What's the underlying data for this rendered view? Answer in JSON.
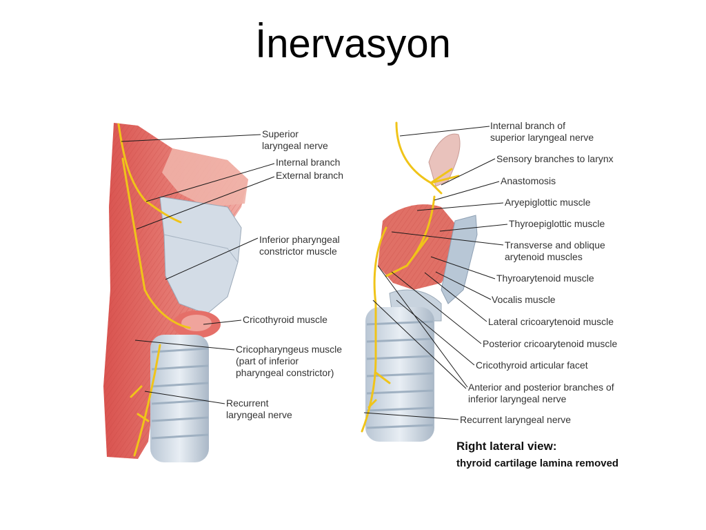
{
  "slide": {
    "title": "İnervasyon"
  },
  "left_figure": {
    "labels": [
      "Superior",
      "laryngeal nerve",
      "Internal branch",
      "External branch",
      "Inferior pharyngeal",
      "constrictor muscle",
      "Cricothyroid muscle",
      "Cricopharyngeus muscle",
      "(part of inferior",
      "pharyngeal constrictor)",
      "Recurrent",
      "laryngeal nerve"
    ]
  },
  "right_figure": {
    "labels": [
      "Internal branch of",
      "superior laryngeal nerve",
      "Sensory branches to larynx",
      "Anastomosis",
      "Aryepiglottic muscle",
      "Thyroepiglottic muscle",
      "Transverse and oblique",
      "arytenoid muscles",
      "Thyroarytenoid muscle",
      "Vocalis muscle",
      "Lateral cricoarytenoid muscle",
      "Posterior cricoarytenoid muscle",
      "Cricothyroid articular facet",
      "Anterior and posterior branches of",
      "inferior laryngeal nerve",
      "Recurrent laryngeal nerve"
    ],
    "caption": {
      "line1": "Right lateral view:",
      "line2": "thyroid cartilage lamina removed"
    }
  },
  "colors": {
    "muscle": "#e0645e",
    "muscle_light": "#f1a9a0",
    "cartilage": "#cfd8e2",
    "nerve": "#f0c419",
    "text": "#333333"
  }
}
